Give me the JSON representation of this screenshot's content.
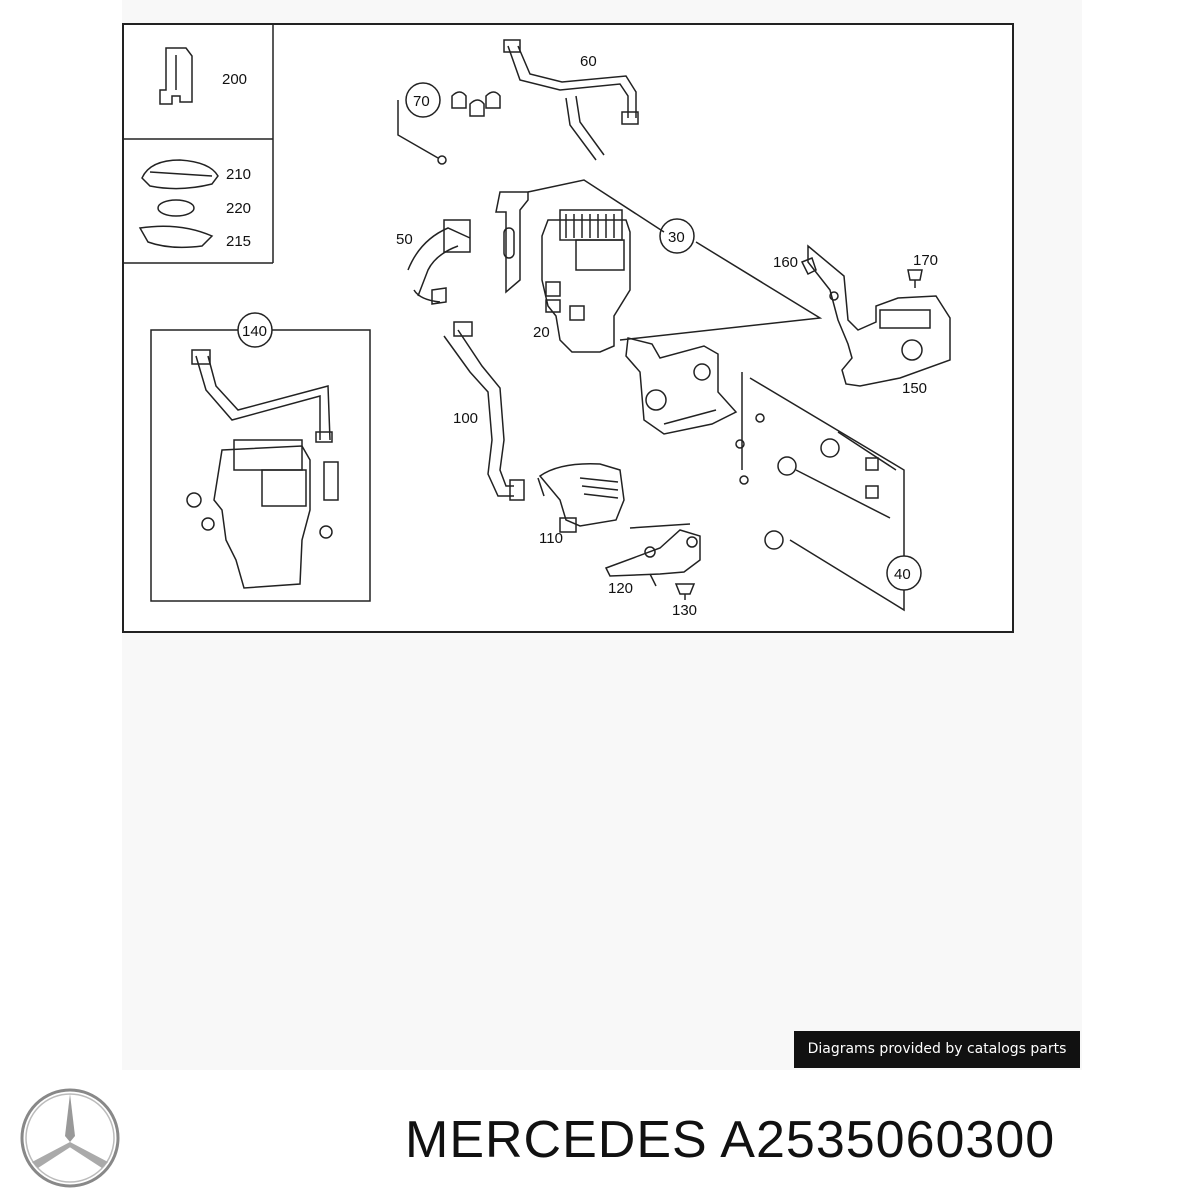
{
  "diagram": {
    "part_labels": {
      "p200": "200",
      "p210": "210",
      "p220": "220",
      "p215": "215",
      "p140": "140",
      "p70": "70",
      "p60": "60",
      "p50": "50",
      "p30": "30",
      "p20": "20",
      "p100": "100",
      "p110": "110",
      "p120": "120",
      "p130": "130",
      "p160": "160",
      "p170": "170",
      "p150": "150",
      "p40": "40"
    }
  },
  "credit": "Diagrams provided by catalogs parts",
  "brand": {
    "name": "MERCEDES",
    "part_number": "A2535060300",
    "logo_icon": "mercedes-star-icon"
  },
  "colors": {
    "line": "#222222",
    "credit_bg": "#111111",
    "panel_bg": "#f8f8f8"
  }
}
